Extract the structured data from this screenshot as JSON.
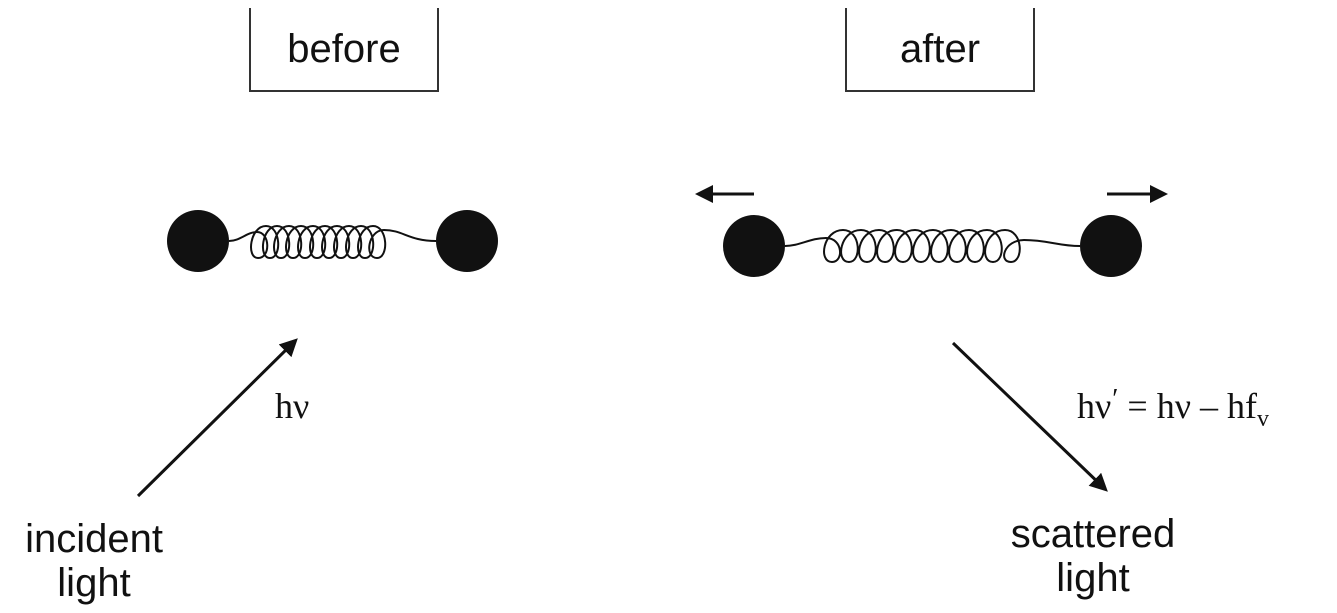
{
  "labels": {
    "before": "before",
    "after": "after",
    "incident_line1": "incident",
    "incident_line2": "light",
    "scattered_line1": "scattered",
    "scattered_line2": "light",
    "incident_photon": "hν",
    "scattered_photon_prefix": "hν",
    "scattered_photon_prime": "′",
    "scattered_photon_eq": " = hν – hf",
    "scattered_photon_subscript": "v"
  },
  "colors": {
    "ink": "#111111",
    "line": "#222222",
    "box": "#333333"
  }
}
